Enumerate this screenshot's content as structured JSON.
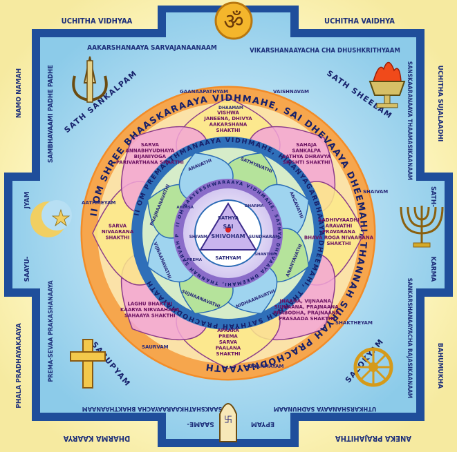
{
  "outer_labels": {
    "top_left": "UCHITHA VIDHYAA",
    "top_right": "UCHITHA VAIDHYA",
    "left_top": "NAMO NAMAH",
    "right_top": "UCHITHA SUJALAADHI",
    "left_bottom": "PHALA PRADHAYAKAAYA",
    "right_bottom": "BAHUMUKHA",
    "bottom_left": "DHARMA KAARYA",
    "bottom_right": "ANEKA PRAJAHITHA"
  },
  "inner_border": {
    "top_left": "AAKARSHANAAYA  SARVAJANAANAAM",
    "top_right": "VIKARSHANAAYACHA CHA DHUSHKRITHYAAM",
    "left_upper": "SAMBHAVAAMI PADHE PADHE",
    "right_upper": "SANSKAARANAAYA THAAMASIKAANAAM",
    "left_lower": "PREMA-SEVAA PRAKASHANAAYA",
    "right_lower": "SANKARSHANAAYACHA RAJASIKAANAAM",
    "bottom_left": "SAAKSHATHKAARAAYACHA BHAKTHAANAAM",
    "bottom_right": "UTHKARSHANAAYA SADHUNAAM"
  },
  "arm_labels": {
    "left_1": "JYAM",
    "left_2": "SAAYU-",
    "right_1": "SATH-",
    "right_2": "KARMA",
    "bottom_1": "SAAME-",
    "bottom_2": "EPYAM"
  },
  "outer_ring": {
    "text": "II OM SHREE BHAASKARAAYA VIDHMAHE, SAI DHEVAAYA DHEEMAHI, THANNAH SURYAH PRACHODHAYAATH"
  },
  "sector_labels": {
    "ne": "SATH SHEELAM",
    "nw": "SATH SANKALPAM",
    "se": "SALOKYAM",
    "sw": "SARUPYAM"
  },
  "petals": {
    "top": [
      "VISHWA",
      "JANEENA, DHIVYA",
      "AAKARSHANA",
      "SHAKTHI"
    ],
    "upper_right": [
      "SAHAJA",
      "SANKALPA",
      "SATHYA DHRAVYA",
      "SRISHTI SHAKTHI"
    ],
    "right": [
      "AADHIVYAADHI",
      "ARAVATHI",
      "PRAVARANA",
      "BHAVA ROGA NIVAARANA",
      "SHAKTHI"
    ],
    "lower_right": [
      "JNAANA, VIJNAANA,",
      "SUJNAANA, PRAJNAANA",
      "PRABODHA, PRAJNAANA",
      "PRASAADA SHAKTHI"
    ],
    "bottom": [
      "APAARA",
      "PREMA",
      "SARVA",
      "PAALANA",
      "SHAKTHI"
    ],
    "lower_left": [
      "LAGHU BHAKTHI",
      "KAARYA NIRVAAHANA",
      "SAHAAYA SHAKTHI"
    ],
    "left": [
      "SARVA",
      "NIVAARANA",
      "SHAKTHI"
    ],
    "upper_left": [
      "SARVA",
      "ANNABHYUDHAYA",
      "BIJANIYOGA",
      "PARIVARTHANA SHAKTHI"
    ]
  },
  "mid_labels": {
    "gaanapathyam": "GAANAAPATHYAM",
    "vaishnavam": "VAISHNAVAM",
    "shaivam": "SHAIVAM",
    "shakteyam": "SHAKTHEYAM",
    "brahmayam": "BRAHMAYAM",
    "saurvam": "SAURVAM",
    "aathmeyam": "AATHMEYAM",
    "dhamam": "DHAAMAM"
  },
  "middle_ring": {
    "text": "II OM PREMAATHMANAAYA VIDHMAHE, HIRANYAGARBHAAYA DHEEMAHI, THANNAH SATHYAH PRACHODHAYAATH"
  },
  "inner_petals": {
    "p1": "SATHYAVATHI",
    "p2": "ANGAVATHI",
    "p3": "ANANYAVATHI",
    "p4": "NIDHAANAVATHI",
    "p5": "SUJNAANAVATHI",
    "p6": "VIJNAANAVATHI",
    "p7": "PRAJNAANAVATHI",
    "p8": "ANAVATHI"
  },
  "inner_ring": {
    "text": "II OM SAAYEESHWARAAYA VIDHMAHE, SATHYA DHEVAAYA DHEEMAHI, THANNAH SARVAH PRACHODHAYAATH"
  },
  "triangle": {
    "top": "SATHYA",
    "left": "SHIVAM",
    "right": "SUNDHARAM",
    "bottom": "SATHYAM",
    "center_1": "SAI",
    "center_2": "SHIVOHAM",
    "corner_1": "DHARMA",
    "corner_2": "SHANTHI",
    "corner_3": "PREMA",
    "corner_4": "AHIMSA"
  },
  "symbols": {
    "top": "om-symbol",
    "top_left": "khanda-symbol",
    "top_right": "fire-altar-symbol",
    "left": "crescent-star-symbol",
    "right": "menorah-symbol",
    "bottom_left": "cross-symbol",
    "bottom_right": "dharma-wheel-symbol",
    "bottom": "swastika-shrine-symbol"
  },
  "colors": {
    "background": "#fffbd8",
    "border_blue": "#1f4e9b",
    "inner_blue": "#9fd4ef",
    "ring_orange": "#f7a54a",
    "petal_pink": "#f2a6d6",
    "petal_yellow": "#fbe98a",
    "inner_green": "#b5e39b",
    "inner_purple": "#b89ee0",
    "ring_blue": "#4b8fd8"
  }
}
